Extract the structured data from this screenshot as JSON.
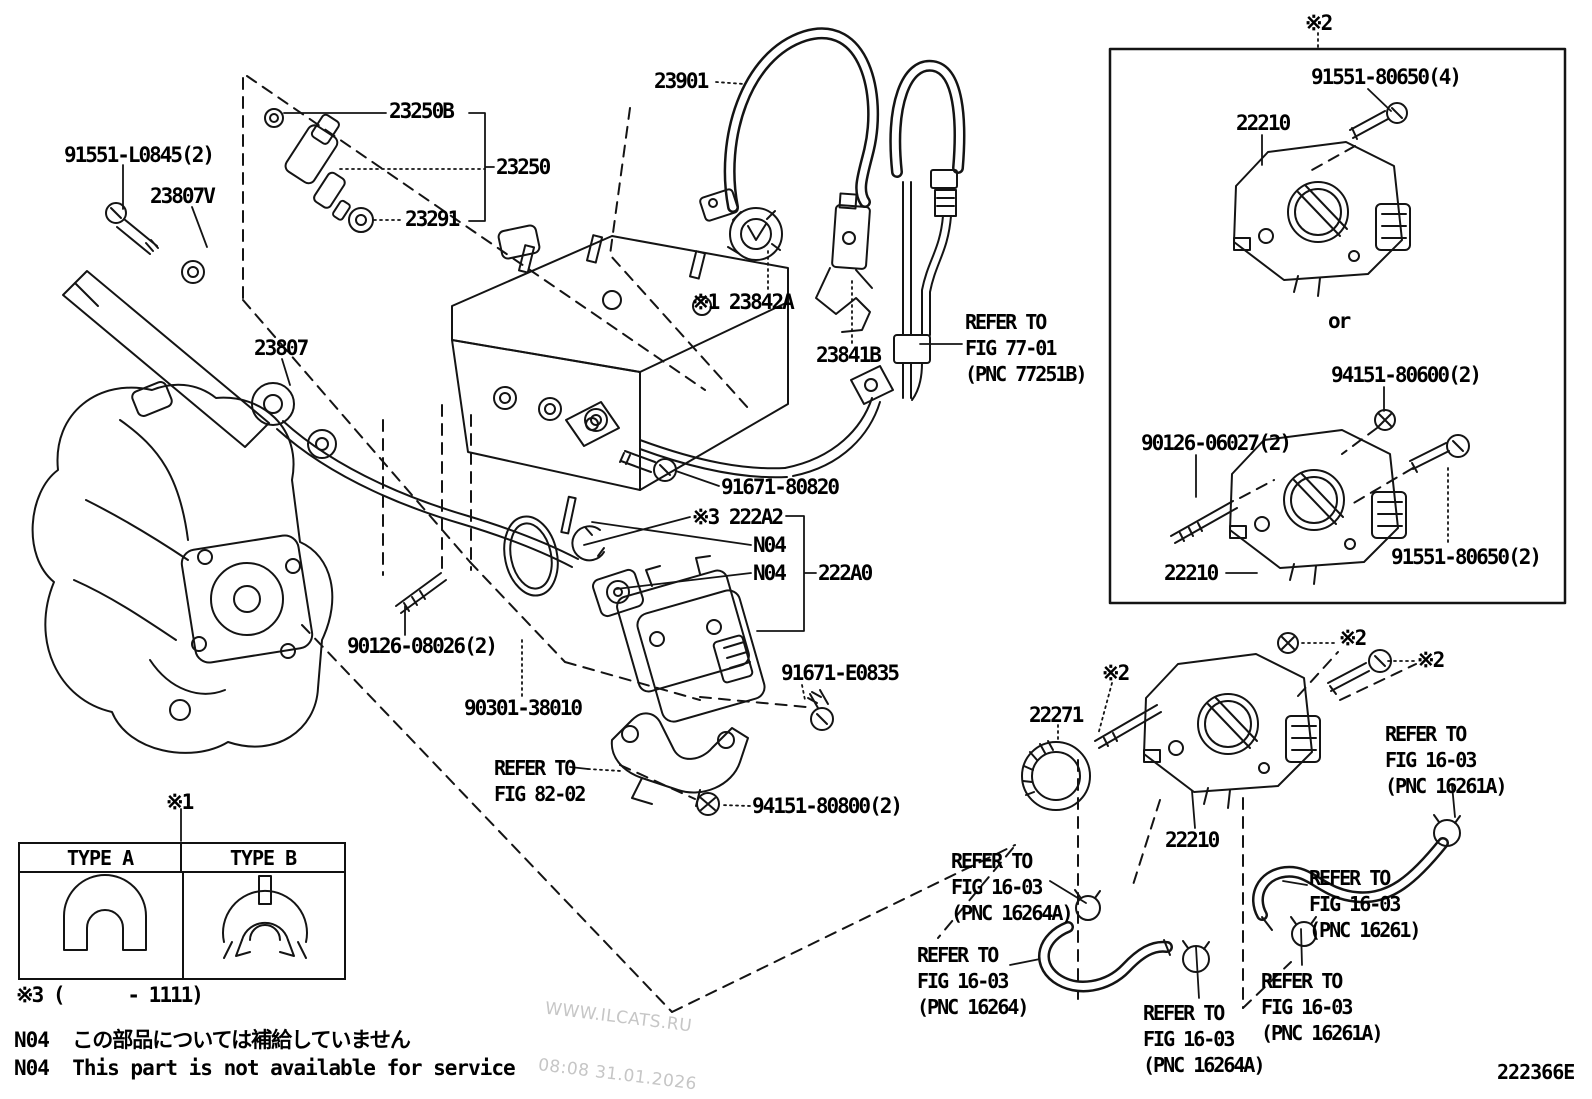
{
  "diagram": {
    "doc_code": "222366E",
    "watermark": {
      "line1": "WWW.ILCATS.RU",
      "line2": "08:08 31.01.2026"
    },
    "clip_table": {
      "type_a": "TYPE A",
      "type_b": "TYPE B"
    },
    "footnotes": {
      "variant_note": "※3 (      - 1111)",
      "n04_jp": "N04  この部品については補給していません",
      "n04_en": "N04  This part is not available for service"
    },
    "labels": [
      {
        "name": "91551-L0845",
        "text": "91551-L0845(2)"
      },
      {
        "name": "23807V",
        "text": "23807V"
      },
      {
        "name": "23250B",
        "text": "23250B"
      },
      {
        "name": "23250",
        "text": "23250"
      },
      {
        "name": "23291",
        "text": "23291"
      },
      {
        "name": "23901",
        "text": "23901"
      },
      {
        "name": "23842A",
        "text": "※1 23842A"
      },
      {
        "name": "23841B",
        "text": "23841B"
      },
      {
        "name": "refer-fig-77-01",
        "text": "REFER TO\nFIG 77-01\n(PNC 77251B)"
      },
      {
        "name": "mark2-top",
        "text": "※2"
      },
      {
        "name": "91551-80650-4",
        "text": "91551-80650(4)"
      },
      {
        "name": "22210-box-top",
        "text": "22210"
      },
      {
        "name": "or",
        "text": "or"
      },
      {
        "name": "94151-80600",
        "text": "94151-80600(2)"
      },
      {
        "name": "90126-06027",
        "text": "90126-06027(2)"
      },
      {
        "name": "91551-80650-2",
        "text": "91551-80650(2)"
      },
      {
        "name": "22210-box-bottom",
        "text": "22210"
      },
      {
        "name": "23807",
        "text": "23807"
      },
      {
        "name": "91671-80820",
        "text": "91671-80820"
      },
      {
        "name": "222A2",
        "text": "※3 222A2"
      },
      {
        "name": "N04-a",
        "text": "N04"
      },
      {
        "name": "N04-b",
        "text": "N04"
      },
      {
        "name": "222A0",
        "text": "222A0"
      },
      {
        "name": "91671-E0835",
        "text": "91671-E0835"
      },
      {
        "name": "90126-08026",
        "text": "90126-08026(2)"
      },
      {
        "name": "90301-38010",
        "text": "90301-38010"
      },
      {
        "name": "refer-fig-82-02",
        "text": "REFER TO\nFIG 82-02"
      },
      {
        "name": "94151-80800",
        "text": "94151-80800(2)"
      },
      {
        "name": "22271",
        "text": "22271"
      },
      {
        "name": "mark2-stud",
        "text": "※2"
      },
      {
        "name": "mark2-nut",
        "text": "※2"
      },
      {
        "name": "mark2-bolt",
        "text": "※2"
      },
      {
        "name": "refer-fig-16-03-16261A-top",
        "text": "REFER TO\nFIG 16-03\n(PNC 16261A)"
      },
      {
        "name": "22210-bottom",
        "text": "22210"
      },
      {
        "name": "refer-fig-16-03-16264A-1",
        "text": "REFER TO\nFIG 16-03\n(PNC 16264A)"
      },
      {
        "name": "refer-fig-16-03-16264",
        "text": "REFER TO\nFIG 16-03\n(PNC 16264)"
      },
      {
        "name": "refer-fig-16-03-16264A-2",
        "text": "REFER TO\nFIG 16-03\n(PNC 16264A)"
      },
      {
        "name": "refer-fig-16-03-16261A-2",
        "text": "REFER TO\nFIG 16-03\n(PNC 16261A)"
      },
      {
        "name": "refer-fig-16-03-16261",
        "text": "REFER TO\nFIG 16-03\n(PNC 16261)"
      },
      {
        "name": "mark1-table",
        "text": "※1"
      }
    ]
  }
}
